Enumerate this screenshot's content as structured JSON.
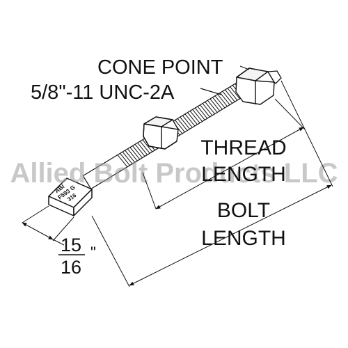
{
  "diagram": {
    "labels": {
      "cone_point": "CONE POINT",
      "thread_spec": "5/8\"-11 UNC-2A",
      "thread_length_line1": "THREAD",
      "thread_length_line2": "LENGTH",
      "bolt_length_line1": "BOLT",
      "bolt_length_line2": "LENGTH",
      "head_numerator": "15",
      "head_denominator": "16",
      "inch_mark": "\""
    },
    "head_stamp": {
      "line1": "ABI",
      "line2": "F593 G",
      "line3": "316"
    },
    "watermark": "Allied Bolt Products LLC",
    "colors": {
      "line": "#111111",
      "watermark": "#9a9a9a"
    }
  }
}
